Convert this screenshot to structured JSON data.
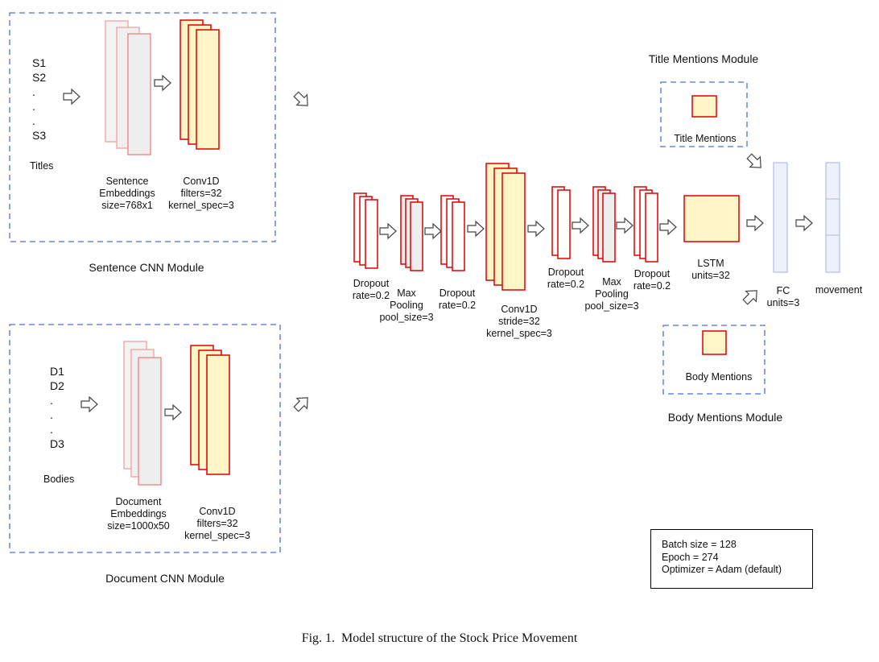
{
  "sentence_module": {
    "title": "Sentence CNN Module",
    "inputs": [
      "S1",
      "S2",
      ".",
      ".",
      ".",
      "S3"
    ],
    "inputs_label": "Titles",
    "embeddings_label": [
      "Sentence",
      "Embeddings",
      "size=768x1"
    ],
    "conv_label": [
      "Conv1D",
      "filters=32",
      "kernel_spec=3"
    ]
  },
  "document_module": {
    "title": "Document CNN Module",
    "inputs": [
      "D1",
      "D2",
      ".",
      ".",
      ".",
      "D3"
    ],
    "inputs_label": "Bodies",
    "embeddings_label": [
      "Document",
      "Embeddings",
      "size=1000x50"
    ],
    "conv_label": [
      "Conv1D",
      "filters=32",
      "kernel_spec=3"
    ]
  },
  "pipeline": {
    "dropout1": [
      "Dropout",
      "rate=0.2"
    ],
    "maxpool1": [
      "Max",
      "Pooling",
      "pool_size=3"
    ],
    "dropout2": [
      "Dropout",
      "rate=0.2"
    ],
    "conv": [
      "Conv1D",
      "stride=32",
      "kernel_spec=3"
    ],
    "dropout3": [
      "Dropout",
      "rate=0.2"
    ],
    "maxpool2": [
      "Max",
      "Pooling",
      "pool_size=3"
    ],
    "dropout4": [
      "Dropout",
      "rate=0.2"
    ],
    "lstm": [
      "LSTM",
      "units=32"
    ],
    "fc": [
      "FC",
      "units=3"
    ],
    "output": "movement"
  },
  "title_mentions": {
    "module_title": "Title Mentions Module",
    "label": "Title Mentions"
  },
  "body_mentions": {
    "module_title": "Body Mentions Module",
    "label": "Body Mentions"
  },
  "hyperparams": [
    "Batch size = 128",
    "Epoch = 274",
    "Optimizer = Adam (default)"
  ],
  "caption": "Fig. 1.  Model structure of the Stock Price Movement",
  "colors": {
    "module_border": "#4a6fd8",
    "embedding_stroke": "#f08080",
    "embedding_fill": "#eeeeee",
    "conv_stroke": "#dd0000",
    "conv_fill": "#fff5c7",
    "fc_stroke": "#b7c3e6",
    "fc_fill": "#eef1fb"
  }
}
